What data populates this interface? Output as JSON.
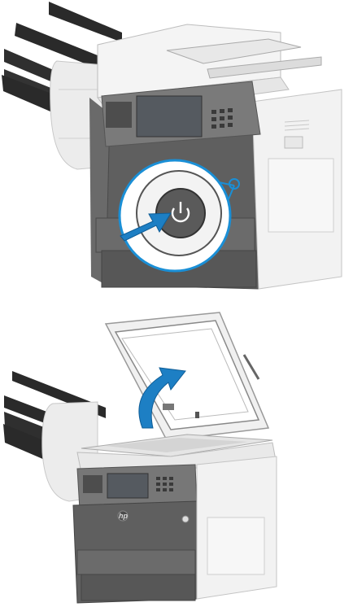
{
  "figure": {
    "panels": [
      {
        "id": "power-on-step",
        "callout": "power-button"
      },
      {
        "id": "open-scanner-lid-step",
        "action": "lift-lid"
      }
    ]
  },
  "colors": {
    "callout_blue": "#1a8fd6",
    "arrow_blue": "#1d7fc4",
    "body_light": "#f1f1f1",
    "body_dark": "#5f5f5f",
    "tray_black": "#2a2a2a",
    "screen": "#555a60"
  },
  "icons": {
    "power": "power-icon",
    "logo": "hp-logo-icon"
  },
  "labels": {
    "hp_logo": "hp"
  }
}
